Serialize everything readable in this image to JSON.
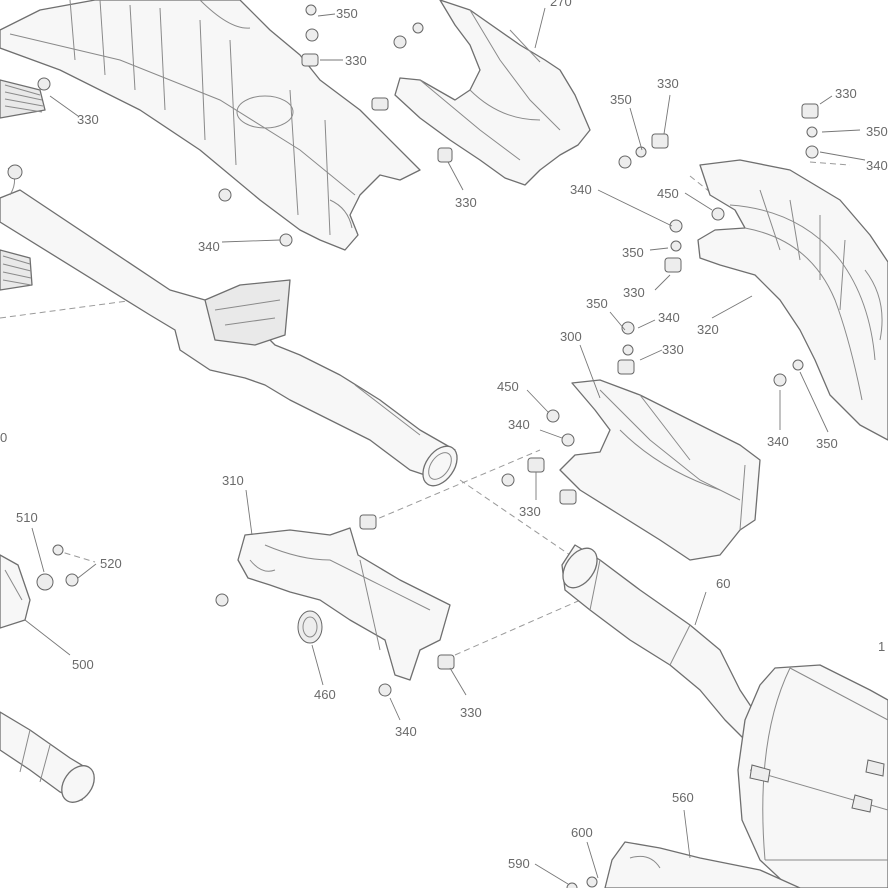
{
  "callouts": [
    {
      "id": "c350a",
      "text": "350"
    },
    {
      "id": "c330a",
      "text": "330"
    },
    {
      "id": "c330b",
      "text": "330"
    },
    {
      "id": "c270",
      "text": "270"
    },
    {
      "id": "c330c",
      "text": "330"
    },
    {
      "id": "c340a",
      "text": "340"
    },
    {
      "id": "c350b",
      "text": "350"
    },
    {
      "id": "c330d",
      "text": "330"
    },
    {
      "id": "c340b",
      "text": "340"
    },
    {
      "id": "c450a",
      "text": "450"
    },
    {
      "id": "c350c",
      "text": "350"
    },
    {
      "id": "c330e",
      "text": "330"
    },
    {
      "id": "c330f",
      "text": "330"
    },
    {
      "id": "c350d",
      "text": "350"
    },
    {
      "id": "c340c",
      "text": "340"
    },
    {
      "id": "c350e",
      "text": "350"
    },
    {
      "id": "c340d",
      "text": "340"
    },
    {
      "id": "c330g",
      "text": "330"
    },
    {
      "id": "c300",
      "text": "300"
    },
    {
      "id": "c320",
      "text": "320"
    },
    {
      "id": "c450b",
      "text": "450"
    },
    {
      "id": "c340e",
      "text": "340"
    },
    {
      "id": "c340f",
      "text": "340"
    },
    {
      "id": "c350f",
      "text": "350"
    },
    {
      "id": "c330h",
      "text": "330"
    },
    {
      "id": "c310",
      "text": "310"
    },
    {
      "id": "c510",
      "text": "510"
    },
    {
      "id": "c520",
      "text": "520"
    },
    {
      "id": "c500",
      "text": "500"
    },
    {
      "id": "c460",
      "text": "460"
    },
    {
      "id": "c330i",
      "text": "330"
    },
    {
      "id": "c340g",
      "text": "340"
    },
    {
      "id": "c60",
      "text": "60"
    },
    {
      "id": "c1x",
      "text": "1"
    },
    {
      "id": "c560",
      "text": "560"
    },
    {
      "id": "c600",
      "text": "600"
    },
    {
      "id": "c590",
      "text": "590"
    },
    {
      "id": "c0",
      "text": "0"
    }
  ]
}
